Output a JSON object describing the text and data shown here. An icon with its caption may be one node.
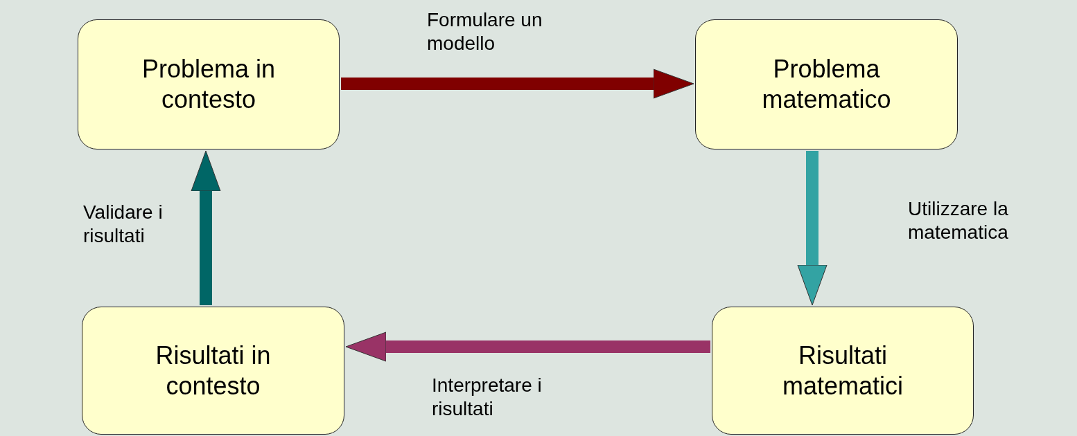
{
  "diagram": {
    "nodes": [
      {
        "text": [
          "Problema in contesto"
        ]
      },
      {
        "text": [
          "Problema matematico"
        ]
      },
      {
        "text": [
          "Risultati matematici"
        ]
      },
      {
        "text": [
          "Risultati in contesto"
        ]
      }
    ],
    "edges": [
      {
        "from": 0,
        "to": 1,
        "arrow": "to",
        "label": "Formulare un modello",
        "color": "#800000"
      },
      {
        "from": 1,
        "to": 2,
        "arrow": "to",
        "label": "Utilizzare la matematica",
        "color": "#33a3a3"
      },
      {
        "from": 2,
        "to": 3,
        "arrow": "to",
        "label": "Interpretare i risultati",
        "color": "#993366"
      },
      {
        "from": 3,
        "to": 0,
        "arrow": "to",
        "label": "Validare i risultati",
        "color": "#006666"
      }
    ]
  }
}
